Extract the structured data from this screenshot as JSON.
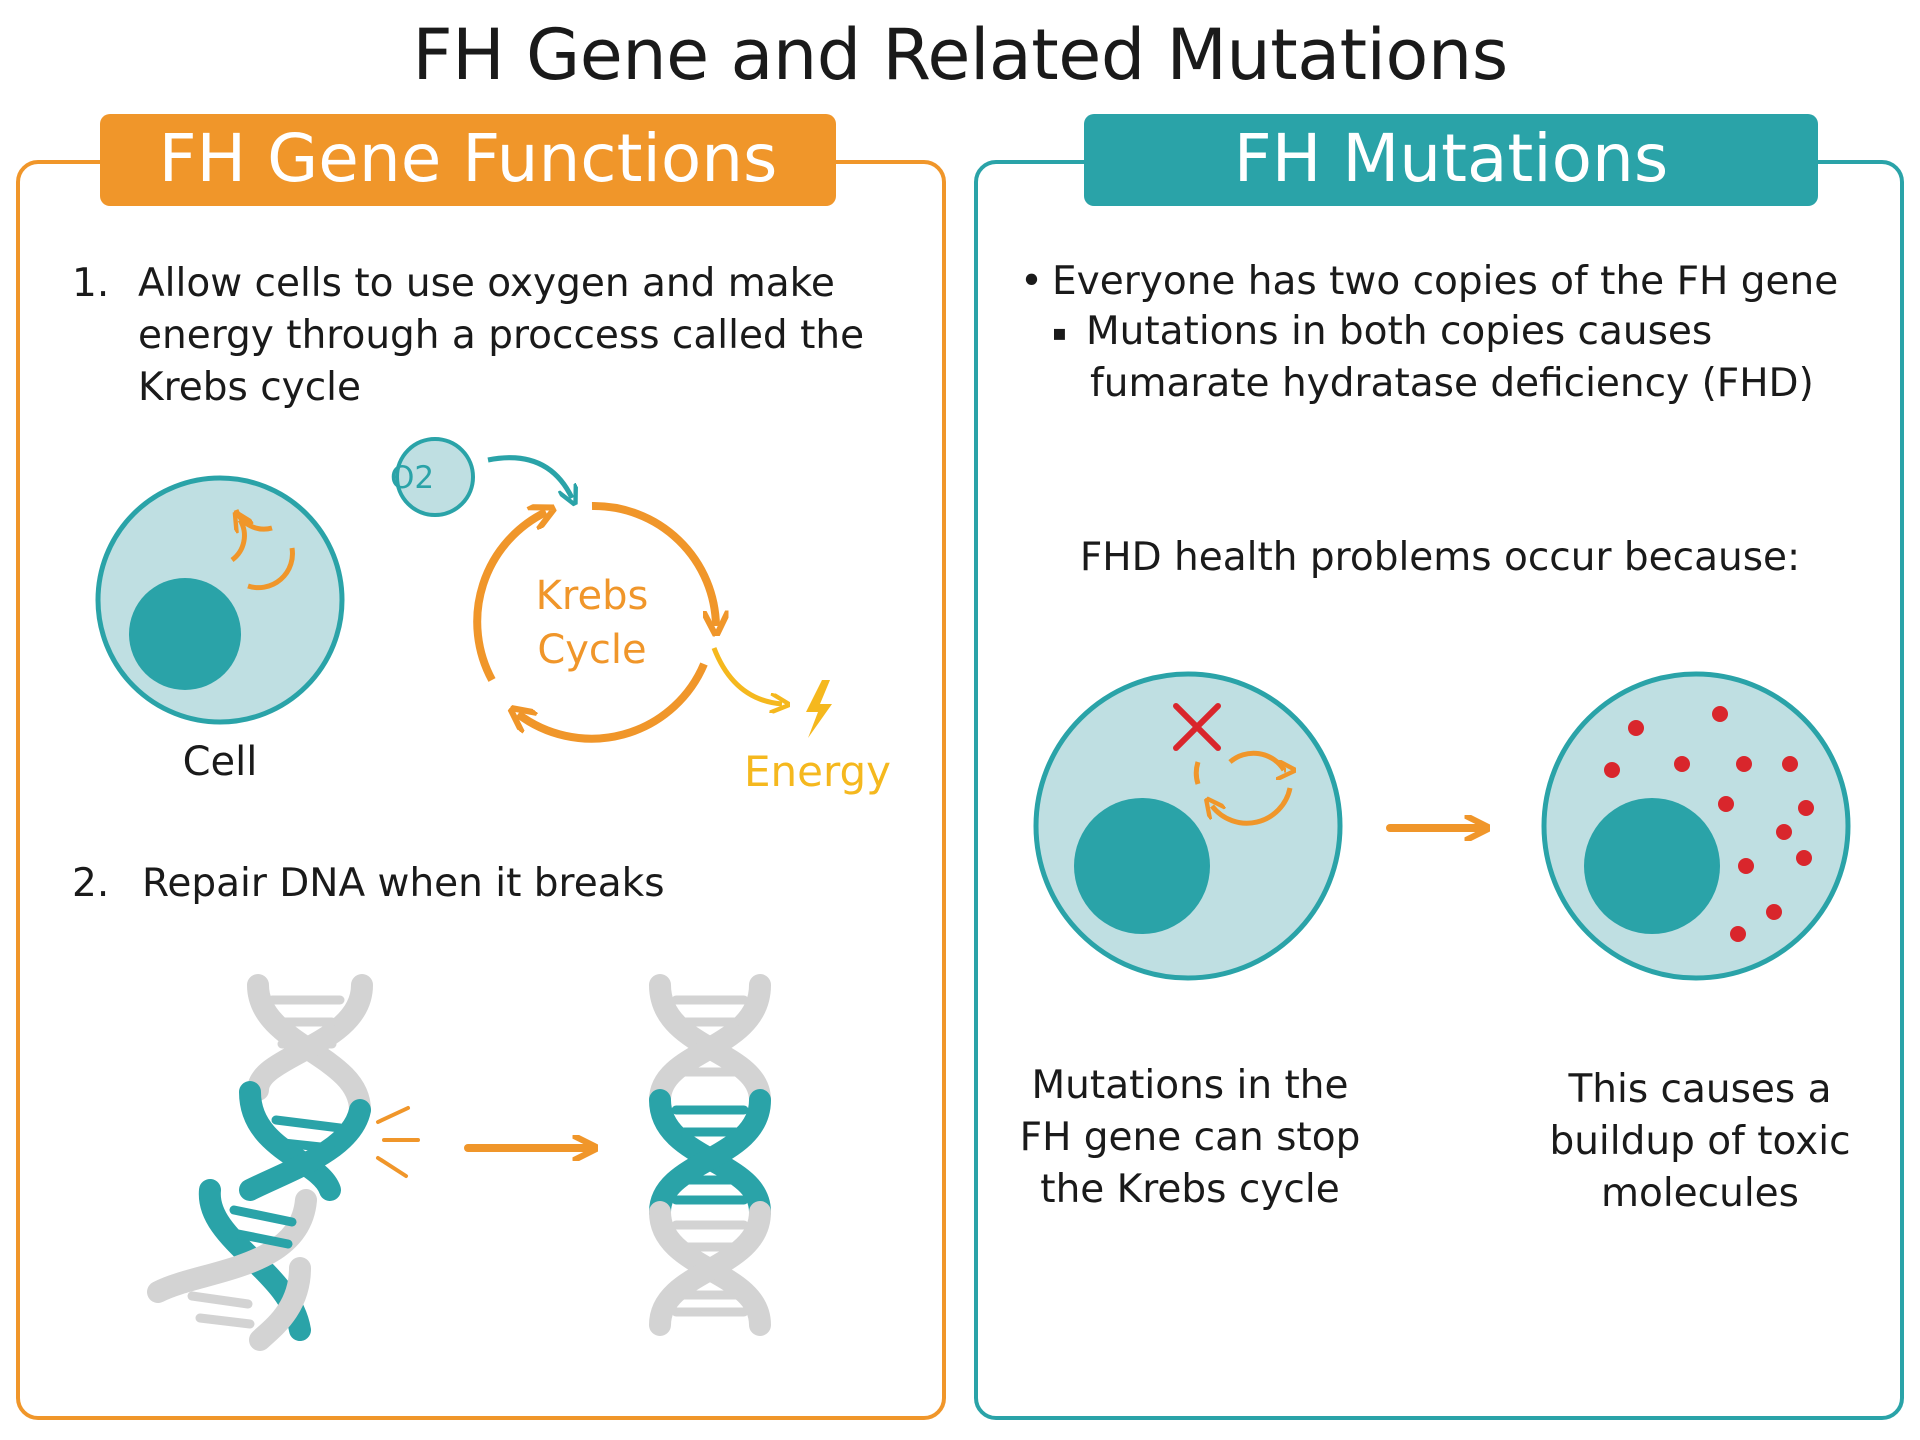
{
  "title": "FH Gene and Related Mutations",
  "left_panel": {
    "tab_label": "FH Gene Functions",
    "item1_number": "1.",
    "item1_lines": [
      "Allow cells to use oxygen and make",
      "energy through a proccess called the",
      "Krebs cycle"
    ],
    "o2_label": "O2",
    "krebs_label_line1": "Krebs",
    "krebs_label_line2": "Cycle",
    "energy_label": "Energy",
    "cell_label": "Cell",
    "item2_number": "2.",
    "item2_text": "Repair DNA when it breaks"
  },
  "right_panel": {
    "tab_label": "FH Mutations",
    "bullet1": "Everyone has two copies of the FH gene",
    "sub_bullet_lines": [
      "Mutations in both copies causes",
      "fumarate hydratase deficiency (FHD)"
    ],
    "problems_heading": "FHD health problems occur because:",
    "caption_left_lines": [
      "Mutations in the",
      "FH gene can stop",
      "the Krebs cycle"
    ],
    "caption_right_lines": [
      "This causes a",
      "buildup of toxic",
      "molecules"
    ]
  },
  "colors": {
    "orange": "#F0962A",
    "teal": "#2AA3A8",
    "cell_fill": "#BFDFE2",
    "energy_yellow": "#F5B81E",
    "red": "#D9262C",
    "dna_gray": "#D3D3D3"
  }
}
